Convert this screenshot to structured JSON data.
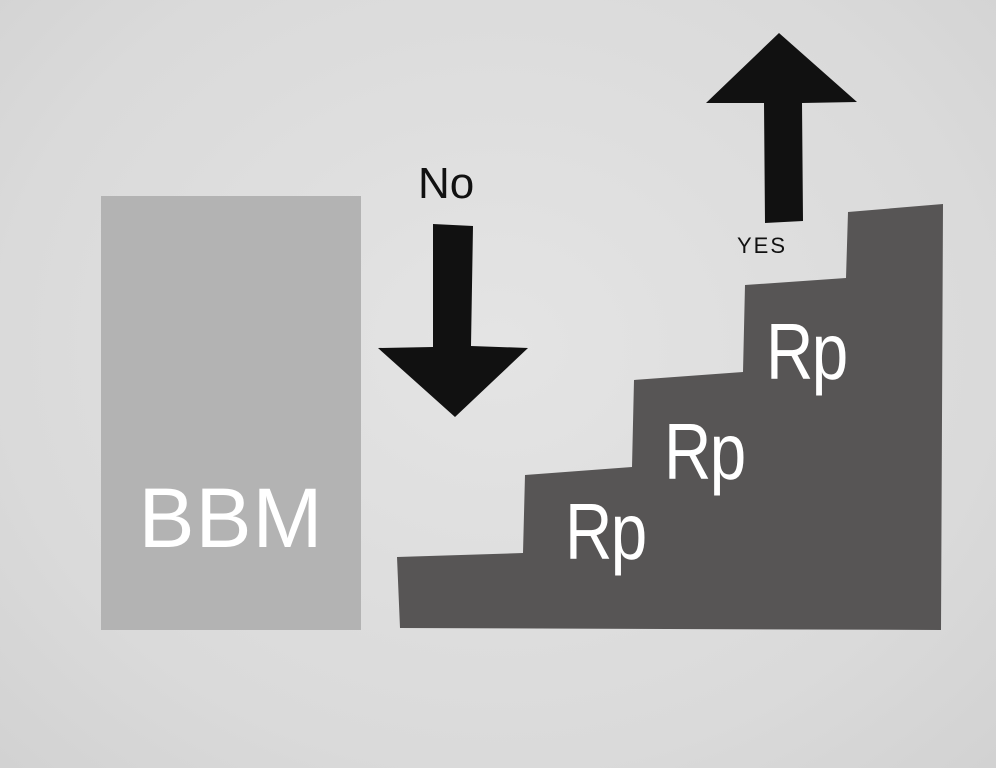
{
  "diagram": {
    "box_label": "BBM",
    "no_label": "No",
    "yes_label": "YES",
    "step_labels": [
      "Rp",
      "Rp",
      "Rp"
    ]
  },
  "colors": {
    "background": "#dedede",
    "box": "#b3b3b3",
    "stairs": "#575555",
    "arrows": "#111111",
    "text_light": "#ffffff",
    "text_dark": "#111111"
  },
  "icons": {
    "down_arrow": "down-arrow-icon",
    "up_arrow": "up-arrow-icon"
  }
}
